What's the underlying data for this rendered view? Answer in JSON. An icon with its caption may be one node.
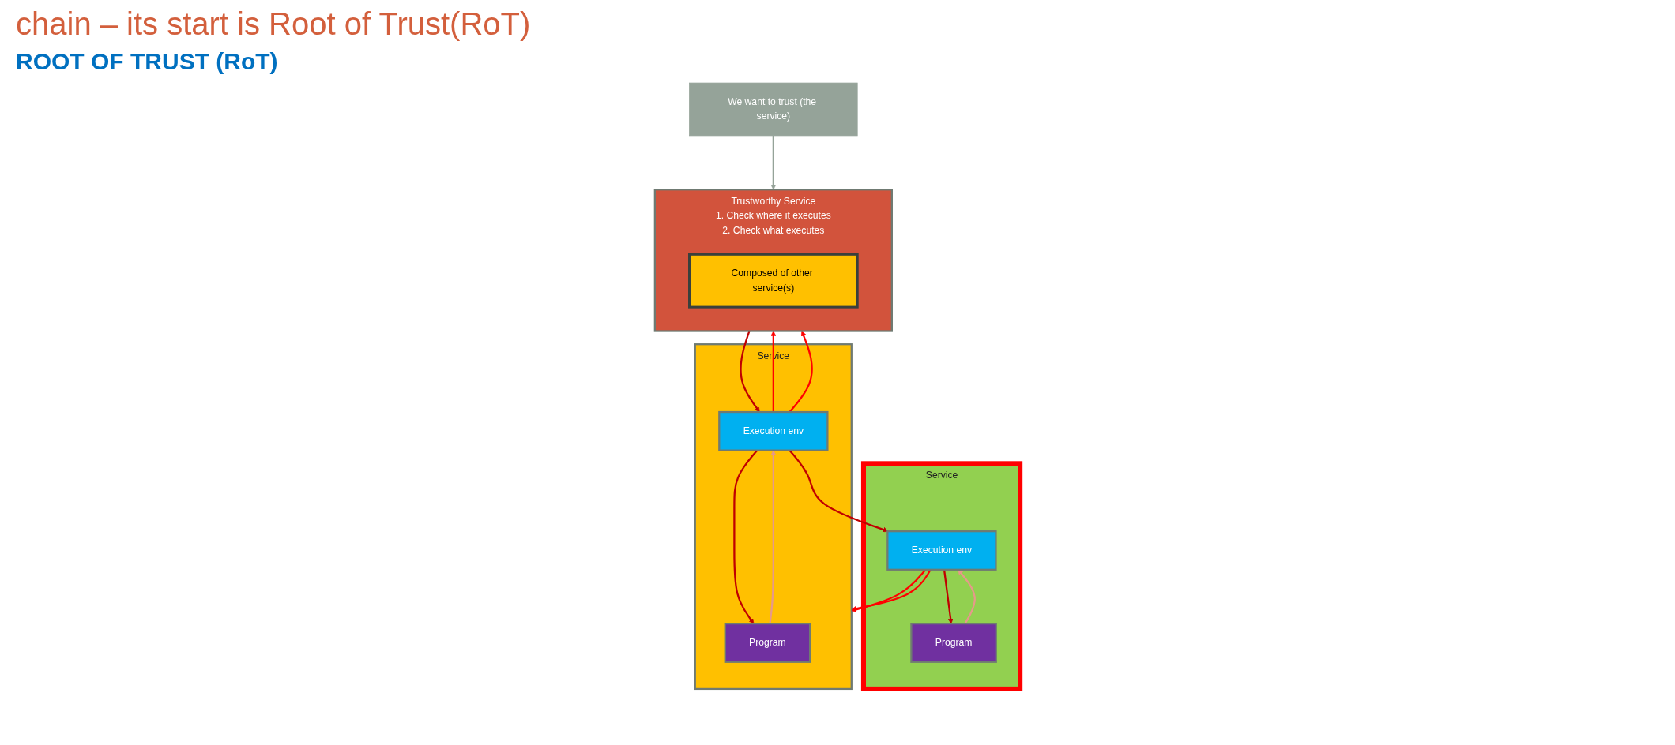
{
  "diagram": {
    "title": "chain – its start is Root of Trust(RoT)",
    "nodes": [
      {
        "text": [
          "Service"
        ]
      },
      {
        "text": [
          "Program"
        ],
        "in": 0
      },
      {
        "text": [
          "Execution env"
        ],
        "in": 0
      },
      {
        "text": [
          "Service"
        ]
      },
      {
        "text": [
          "Program"
        ],
        "in": 3
      },
      {
        "text": [
          "Execution env"
        ],
        "in": 3
      },
      {
        "text": [
          "Trustworthy Service",
          "1. Check where it executes",
          "2. Check what executes"
        ]
      },
      {
        "text": [
          "Composed of other service(s)"
        ],
        "in": 6
      },
      {
        "text": [
          "We want to trust (the service)"
        ]
      }
    ],
    "edges": [
      {
        "from": 1,
        "to": 2,
        "arrow": "to",
        "color": "#e6998a"
      },
      {
        "from": 2,
        "to": 1,
        "arrow": "to",
        "color": "#c00000"
      },
      {
        "from": 2,
        "to": 3,
        "arrow": "to",
        "color": "#ff0000"
      },
      {
        "from": 2,
        "to": 3,
        "arrow": "to",
        "color": "#ff0000"
      },
      {
        "from": 4,
        "to": 5,
        "arrow": "to",
        "color": "#e6998a"
      },
      {
        "from": 5,
        "to": 4,
        "arrow": "to",
        "color": "#c00000"
      },
      {
        "from": 5,
        "to": 2,
        "arrow": "to",
        "color": "#c00000"
      },
      {
        "from": 5,
        "to": 6,
        "arrow": "to",
        "color": "#ff0000"
      },
      {
        "from": 5,
        "to": 6,
        "arrow": "to",
        "color": "#ff0000"
      },
      {
        "from": 6,
        "to": 5,
        "arrow": "to",
        "color": "#c00000"
      },
      {
        "from": 8,
        "to": 6,
        "arrow": "to",
        "color": "#95a399"
      }
    ],
    "labels": [
      "ROOT OF TRUST (RoT)"
    ]
  }
}
